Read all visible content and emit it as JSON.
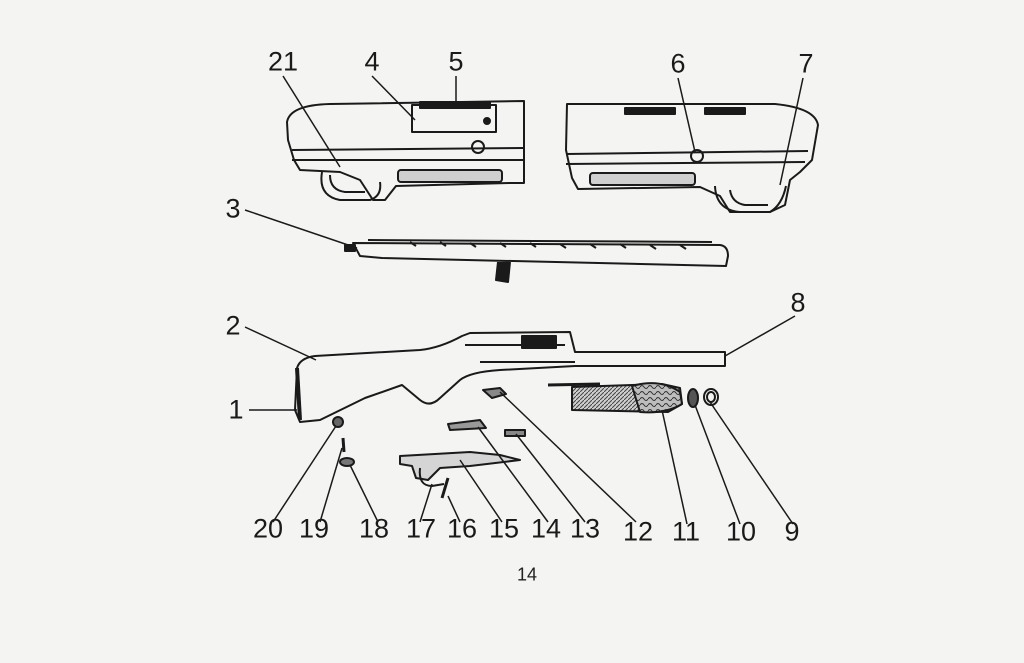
{
  "diagram": {
    "callouts": [
      {
        "id": "1",
        "text": "1"
      },
      {
        "id": "2",
        "text": "2"
      },
      {
        "id": "3",
        "text": "3"
      },
      {
        "id": "4",
        "text": "4"
      },
      {
        "id": "5",
        "text": "5"
      },
      {
        "id": "6",
        "text": "6"
      },
      {
        "id": "7",
        "text": "7"
      },
      {
        "id": "8",
        "text": "8"
      },
      {
        "id": "9",
        "text": "9"
      },
      {
        "id": "10",
        "text": "10"
      },
      {
        "id": "11",
        "text": "11"
      },
      {
        "id": "12",
        "text": "12"
      },
      {
        "id": "13",
        "text": "13"
      },
      {
        "id": "14",
        "text": "14"
      },
      {
        "id": "15",
        "text": "15"
      },
      {
        "id": "16",
        "text": "16"
      },
      {
        "id": "17",
        "text": "17"
      },
      {
        "id": "18",
        "text": "18"
      },
      {
        "id": "19",
        "text": "19"
      },
      {
        "id": "20",
        "text": "20"
      },
      {
        "id": "21",
        "text": "21"
      }
    ],
    "page_number": "14"
  },
  "colors": {
    "ink": "#1a1a1a",
    "paper": "#f4f4f2",
    "hatch": "#555555"
  }
}
